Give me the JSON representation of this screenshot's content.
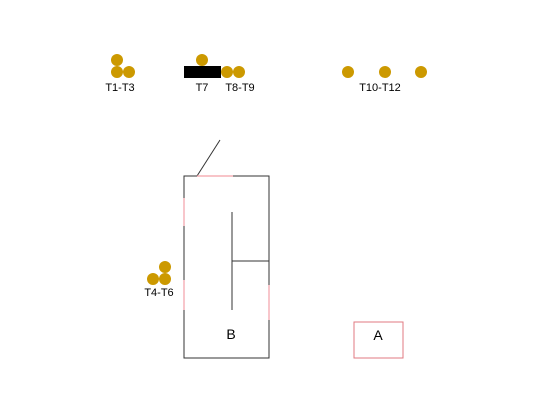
{
  "colors": {
    "token": "#cc9900",
    "bar": "#000000",
    "line": "#333333",
    "accent": "#f4a0a8",
    "box_a": "#e07a80"
  },
  "groups": [
    {
      "id": "t1_t3",
      "label": "T1-T3"
    },
    {
      "id": "t7",
      "label": "T7"
    },
    {
      "id": "t8_t9",
      "label": "T8-T9"
    },
    {
      "id": "t10_t12",
      "label": "T10-T12"
    },
    {
      "id": "t4_t6",
      "label": "T4-T6"
    }
  ],
  "rooms": {
    "b": {
      "label": "B"
    },
    "a": {
      "label": "A"
    }
  }
}
